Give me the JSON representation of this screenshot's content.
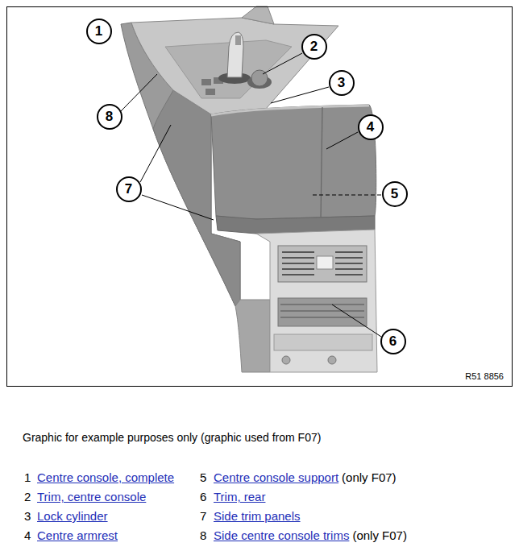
{
  "diagram": {
    "caption": "Graphic for example purposes only (graphic used from F07)",
    "nodes": [
      {
        "text": [
          "R51 8856"
        ]
      },
      {
        "text": [
          "1"
        ],
        "in": 0
      },
      {
        "text": [
          "2"
        ],
        "in": 0
      },
      {
        "text": [
          "3"
        ],
        "in": 0
      },
      {
        "text": [
          "4"
        ],
        "in": 0
      },
      {
        "text": [
          "5"
        ],
        "in": 0
      },
      {
        "text": [
          "6"
        ],
        "in": 0
      },
      {
        "text": [
          "7"
        ],
        "in": 0
      },
      {
        "text": [
          "8"
        ],
        "in": 0
      }
    ],
    "labels": [
      "1",
      "Centre console, complete",
      "5",
      "Centre console support",
      "(only F07)",
      "2",
      "Trim, centre console",
      "6",
      "Trim, rear",
      "3",
      "Lock cylinder",
      "7",
      "Side trim panels",
      "4",
      "Centre armrest",
      "8",
      "Side centre console trims",
      "(only F07)"
    ]
  }
}
